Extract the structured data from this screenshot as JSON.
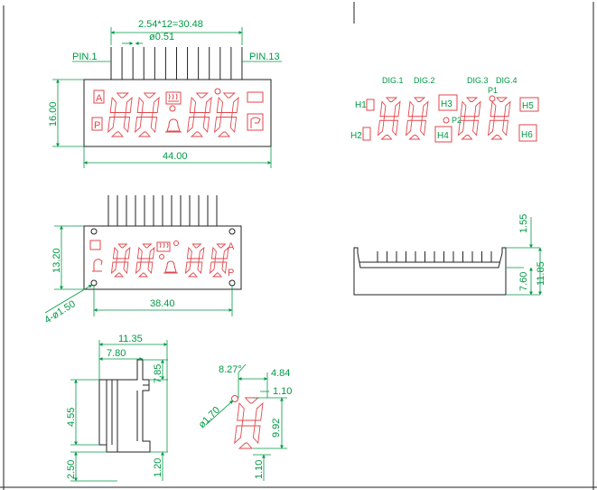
{
  "front_view": {
    "pitch_label": "2.54*12=30.48",
    "pin_dia_label": "ø0.51",
    "pin1_label": "PIN.1",
    "pin13_label": "PIN.13",
    "height_label": "16.00",
    "width_label": "44.00",
    "symbol_a": "A",
    "symbol_p": "P"
  },
  "segment_map": {
    "dig1_label": "DIG.1",
    "dig2_label": "DIG.2",
    "dig3_label": "DIG.3",
    "dig4_label": "DIG.4",
    "p1_label": "P1",
    "p2_label": "P2",
    "h1_label": "H1",
    "h2_label": "H2",
    "h3_label": "H3",
    "h4_label": "H4",
    "h5_label": "H5",
    "h6_label": "H6"
  },
  "back_view": {
    "height_label": "13.20",
    "width_label": "38.40",
    "holes_label": "4-ø1.50",
    "symbol_a": "A",
    "symbol_p": "P"
  },
  "side_view": {
    "top_label": "1.55",
    "mid_label": "7.60",
    "total_label": "11.85"
  },
  "profile_view": {
    "width_label": "11.35",
    "inner_label": "7.80",
    "right_label": "7.85",
    "mid_label": "4.55",
    "bottom_left_label": "2.50",
    "bottom_right_label": "1.20"
  },
  "digit_detail": {
    "angle_label": "8.27°",
    "width_label": "4.84",
    "seg_label": "1.10",
    "dp_label": "ø1.70",
    "height_label": "9.92",
    "bottom_label": "1.10"
  },
  "colors": {
    "dimension": "#009944",
    "segment": "#e0474c",
    "outline": "#222222"
  }
}
